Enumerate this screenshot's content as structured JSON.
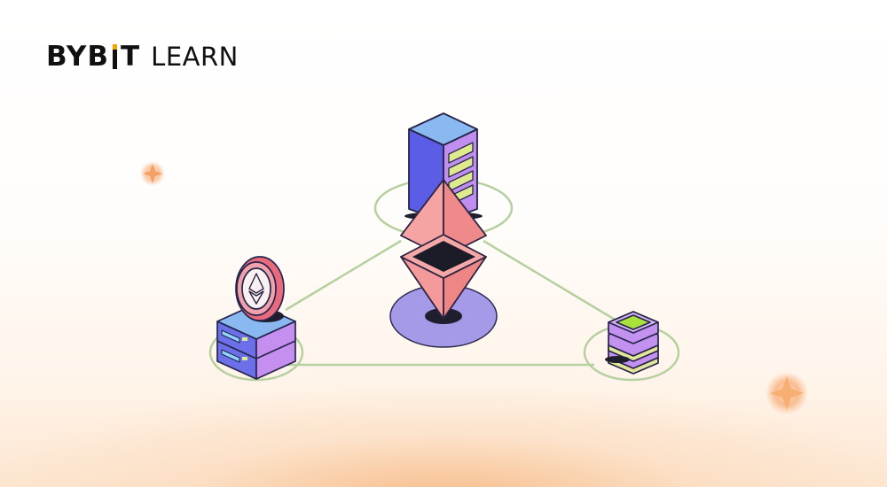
{
  "brand": {
    "name_left": "BYB",
    "name_right": "T",
    "suffix": "LEARN"
  },
  "colors": {
    "brand_yellow": "#f7a600",
    "text": "#111111",
    "network_line": "#b7d0a0",
    "eth_pink": "#f58e8e",
    "server_blue": "#7fb2f2",
    "server_violet": "#6a5fe6",
    "purple": "#c291ee",
    "lime": "#a8e23b"
  },
  "icons": {
    "central_server": "server-tower-icon",
    "ethereum": "ethereum-logo-icon",
    "left_node": "server-with-eth-coin-icon",
    "right_node": "stacked-disks-icon",
    "sparkle": "sparkle-icon"
  }
}
